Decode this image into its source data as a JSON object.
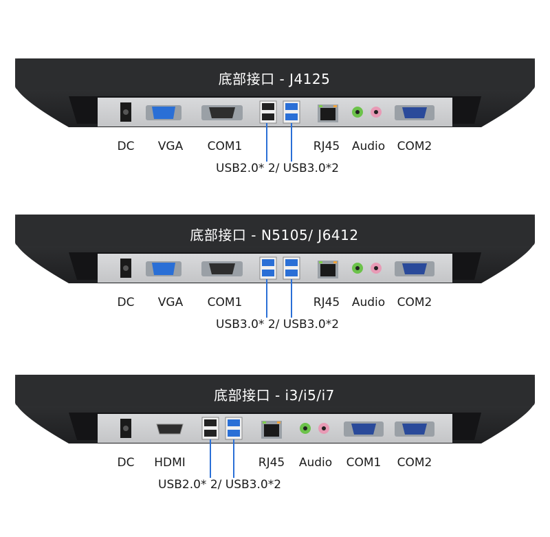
{
  "panels": [
    {
      "title": "底部接口 - J4125",
      "ports": [
        "DC",
        "VGA",
        "COM1",
        "RJ45",
        "Audio",
        "COM2"
      ],
      "usb_note": "USB2.0* 2/ USB3.0*2"
    },
    {
      "title": "底部接口 - N5105/ J6412",
      "ports": [
        "DC",
        "VGA",
        "COM1",
        "RJ45",
        "Audio",
        "COM2"
      ],
      "usb_note": "USB3.0* 2/ USB3.0*2"
    },
    {
      "title": "底部接口 - i3/i5/i7",
      "ports": [
        "DC",
        "HDMI",
        "RJ45",
        "Audio",
        "COM1",
        "COM2"
      ],
      "usb_note": "USB2.0* 2/ USB3.0*2"
    }
  ]
}
